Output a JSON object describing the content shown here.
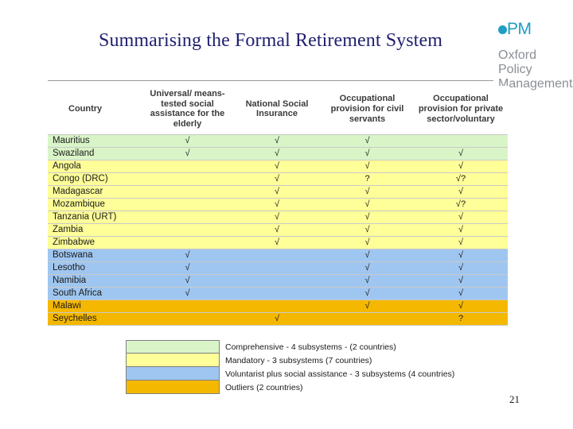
{
  "slide": {
    "title": "Summarising the Formal Retirement System",
    "page_number": "21"
  },
  "logo": {
    "pm": "PM",
    "line1": "Oxford",
    "line2": "Policy",
    "line3": "Management",
    "dot_color": "#1f9ec4",
    "text_color": "#8a8f96"
  },
  "table": {
    "headers": [
      "Country",
      "Universal/ means-tested social assistance for the elderly",
      "National Social Insurance",
      "Occupational provision for civil servants",
      "Occupational provision for private sector/voluntary"
    ],
    "rows": [
      {
        "country": "Mauritius",
        "group": "comprehensive",
        "cells": [
          "√",
          "√",
          "√",
          ""
        ]
      },
      {
        "country": "Swaziland",
        "group": "comprehensive",
        "cells": [
          "√",
          "√",
          "√",
          "√"
        ]
      },
      {
        "country": "Angola",
        "group": "mandatory",
        "cells": [
          "",
          "√",
          "√",
          "√"
        ]
      },
      {
        "country": "Congo (DRC)",
        "group": "mandatory",
        "cells": [
          "",
          "√",
          "?",
          "√?"
        ]
      },
      {
        "country": "Madagascar",
        "group": "mandatory",
        "cells": [
          "",
          "√",
          "√",
          "√"
        ]
      },
      {
        "country": "Mozambique",
        "group": "mandatory",
        "cells": [
          "",
          "√",
          "√",
          "√?"
        ]
      },
      {
        "country": "Tanzania (URT)",
        "group": "mandatory",
        "cells": [
          "",
          "√",
          "√",
          "√"
        ]
      },
      {
        "country": "Zambia",
        "group": "mandatory",
        "cells": [
          "",
          "√",
          "√",
          "√"
        ]
      },
      {
        "country": "Zimbabwe",
        "group": "mandatory",
        "cells": [
          "",
          "√",
          "√",
          "√"
        ]
      },
      {
        "country": "Botswana",
        "group": "voluntary",
        "cells": [
          "√",
          "",
          "√",
          "√"
        ]
      },
      {
        "country": "Lesotho",
        "group": "voluntary",
        "cells": [
          "√",
          "",
          "√",
          "√"
        ]
      },
      {
        "country": "Namibia",
        "group": "voluntary",
        "cells": [
          "√",
          "",
          "√",
          "√"
        ]
      },
      {
        "country": "South Africa",
        "group": "voluntary",
        "cells": [
          "√",
          "",
          "√",
          "√"
        ]
      },
      {
        "country": "Malawi",
        "group": "outlier",
        "cells": [
          "",
          "",
          "√",
          "√"
        ]
      },
      {
        "country": "Seychelles",
        "group": "outlier",
        "cells": [
          "",
          "√",
          "",
          "?"
        ]
      }
    ],
    "group_colors": {
      "comprehensive": "#d9f5c8",
      "mandatory": "#ffff99",
      "voluntary": "#9fc6f0",
      "outlier": "#f5b800"
    }
  },
  "legend": [
    {
      "color": "#d9f5c8",
      "label": "Comprehensive - 4 subsystems - (2 countries)"
    },
    {
      "color": "#ffff99",
      "label": "Mandatory - 3 subsystems (7 countries)"
    },
    {
      "color": "#9fc6f0",
      "label": "Voluntarist plus social assistance - 3 subsystems (4 countries)"
    },
    {
      "color": "#f5b800",
      "label": "Outliers (2 countries)"
    }
  ]
}
